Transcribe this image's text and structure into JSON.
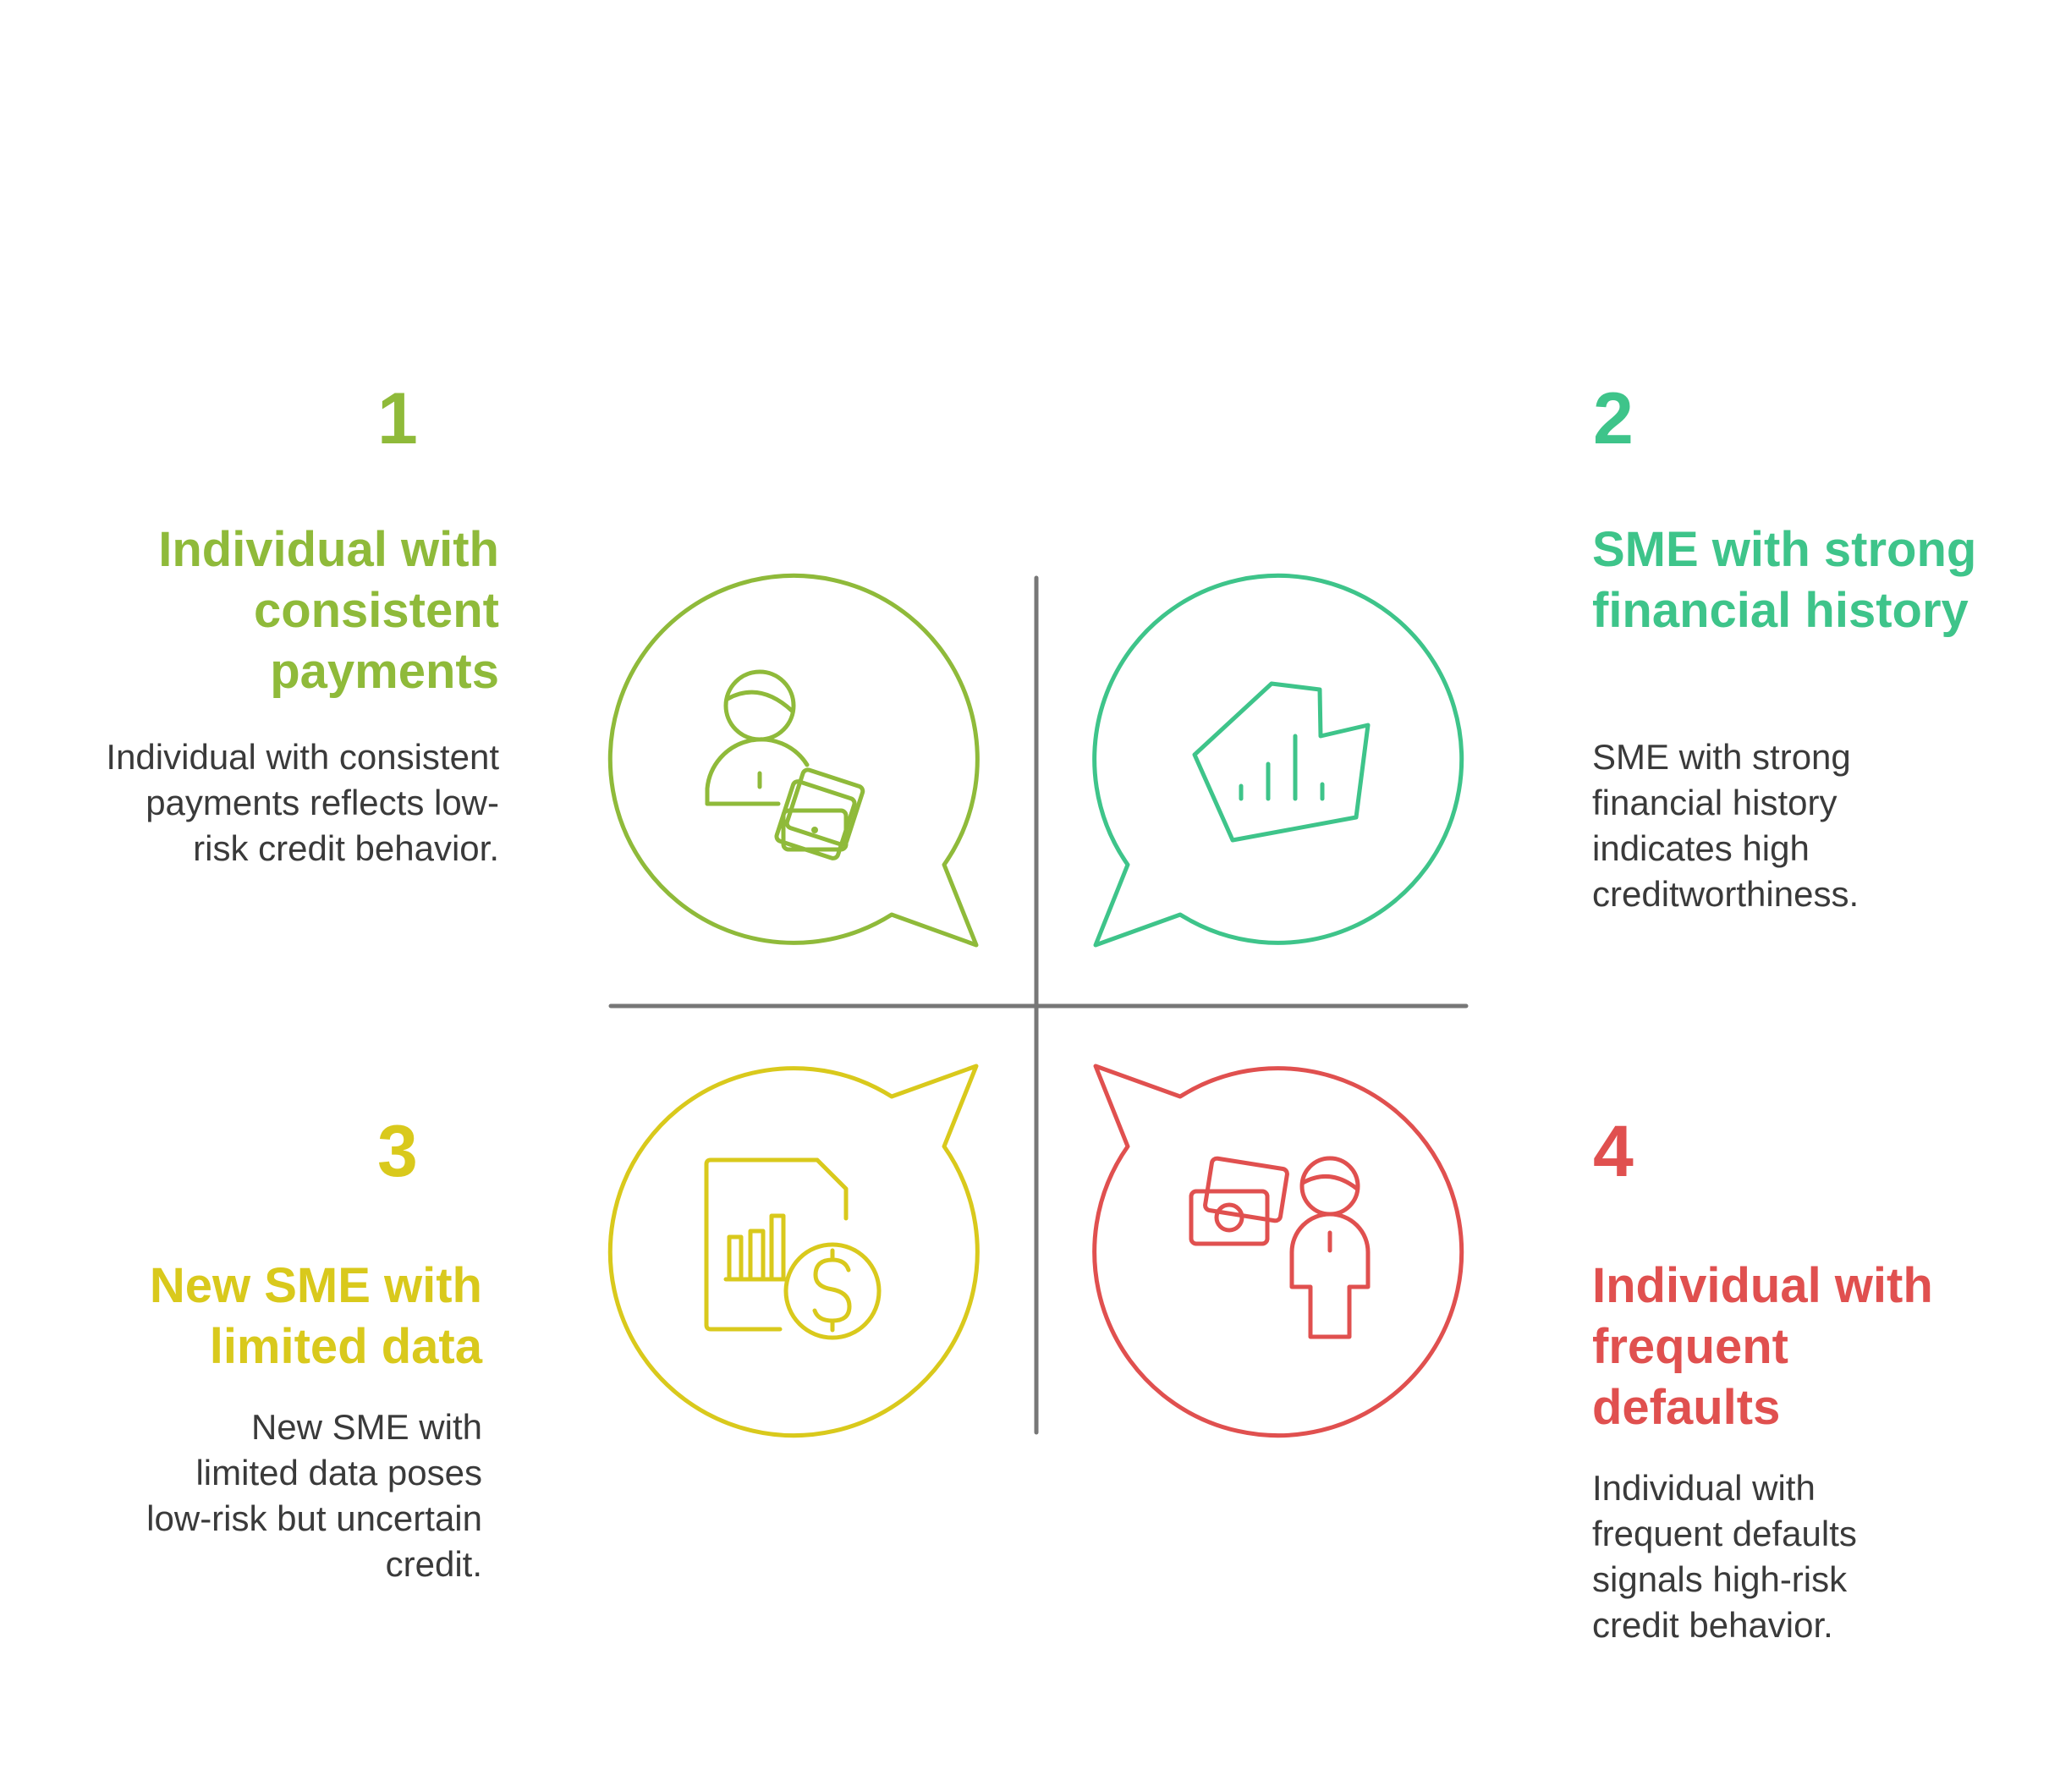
{
  "colors": {
    "q1": "#8fba3a",
    "q2": "#3ec48a",
    "q3": "#d9c91c",
    "q4": "#e0504f",
    "divider": "#777777",
    "body_text": "#3a3a3a"
  },
  "quadrants": [
    {
      "number": "1",
      "title": "Individual with consistent payments",
      "description": "Individual with consistent payments reflects low-risk credit behavior.",
      "icon": "person-with-cash-icon"
    },
    {
      "number": "2",
      "title": "SME with strong financial history",
      "description": "SME with strong financial history indicates high creditworthiness.",
      "icon": "growth-chart-icon"
    },
    {
      "number": "3",
      "title": "New SME with limited data",
      "description": "New SME with limited data poses low-risk but uncertain credit.",
      "icon": "document-with-dollar-icon"
    },
    {
      "number": "4",
      "title": "Individual with frequent defaults",
      "description": "Individual with frequent defaults signals high-risk credit behavior.",
      "icon": "cash-and-person-icon"
    }
  ]
}
